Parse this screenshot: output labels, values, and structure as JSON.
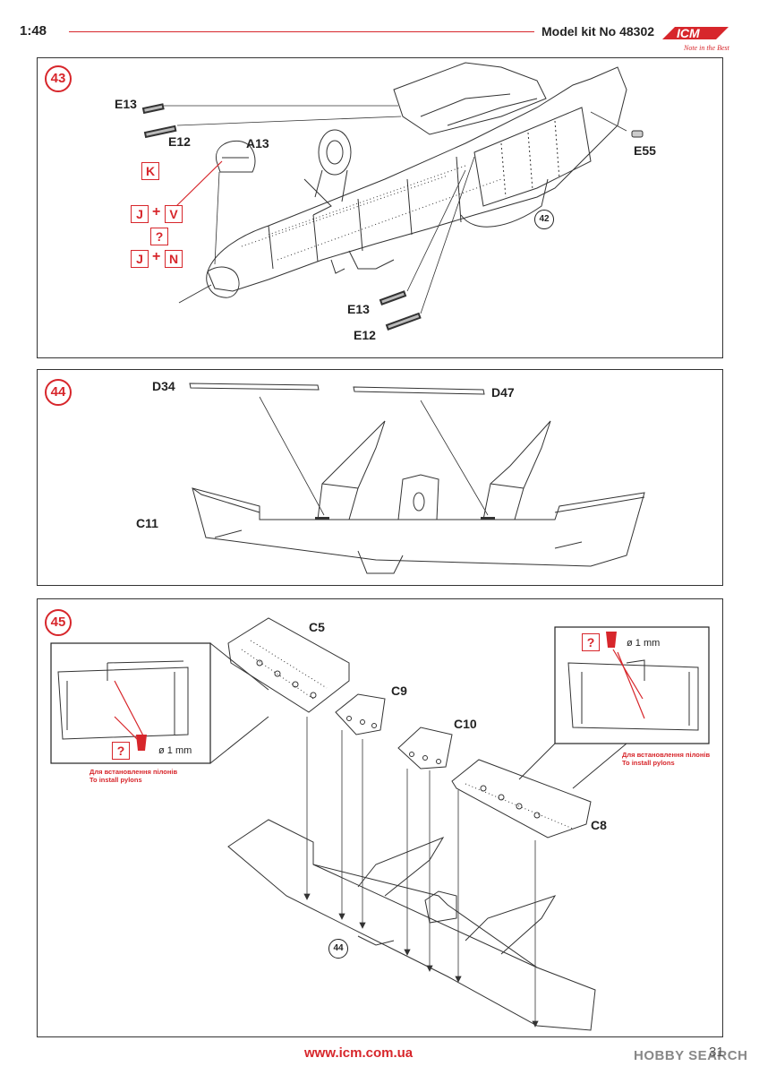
{
  "header": {
    "scale": "1:48",
    "kit_label": "Model kit No 48302",
    "logo_text": "ICM",
    "logo_tagline": "Note in the Best"
  },
  "colors": {
    "accent": "#d7262b",
    "line": "#333333"
  },
  "steps": [
    {
      "number": "43",
      "labels": {
        "e13_top": "E13",
        "e12_top": "E12",
        "a13": "A13",
        "e55": "E55",
        "e13_bottom": "E13",
        "e12_bottom": "E12"
      },
      "ref_circle": "42",
      "paint_boxes": {
        "k": "K",
        "j1": "J",
        "v": "V",
        "q": "?",
        "j2": "J",
        "n": "N",
        "plus": "+"
      }
    },
    {
      "number": "44",
      "labels": {
        "d34": "D34",
        "d47": "D47",
        "c11": "C11"
      }
    },
    {
      "number": "45",
      "labels": {
        "c5": "C5",
        "c9": "C9",
        "c10": "C10",
        "c8": "C8"
      },
      "ref_circle": "44",
      "left_detail": {
        "q": "?",
        "diameter": "ø 1 mm",
        "note_ua": "Для встановлення пілонів",
        "note_en": "To install pylons"
      },
      "right_detail": {
        "q": "?",
        "diameter": "ø 1 mm",
        "note_ua": "Для встановлення пілонів",
        "note_en": "To install pylons"
      }
    }
  ],
  "footer": {
    "url": "www.icm.com.ua",
    "page": "31",
    "watermark": "HOBBY SEARCH"
  }
}
